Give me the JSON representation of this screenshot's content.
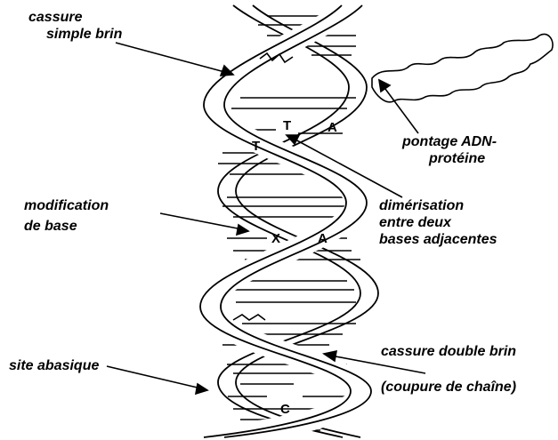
{
  "labels": {
    "cassure_simple_brin": [
      "cassure",
      "simple brin"
    ],
    "pontage_adn_proteine": [
      "pontage ADN-",
      "protéine"
    ],
    "modification_de_base": [
      "modification",
      "de base"
    ],
    "dimerisation": [
      "dimérisation",
      "entre deux",
      "bases adjacentes"
    ],
    "site_abasique": "site abasique",
    "cassure_double_brin": "cassure double brin",
    "coupure_de_chaine": "(coupure de chaîne)"
  },
  "bases": {
    "t_upper": "T",
    "a_upper": "A",
    "t_lower": "T",
    "x": "X",
    "a_middle": "A",
    "c": "C"
  },
  "colors": {
    "ink": "#000000",
    "paper": "#ffffff"
  }
}
